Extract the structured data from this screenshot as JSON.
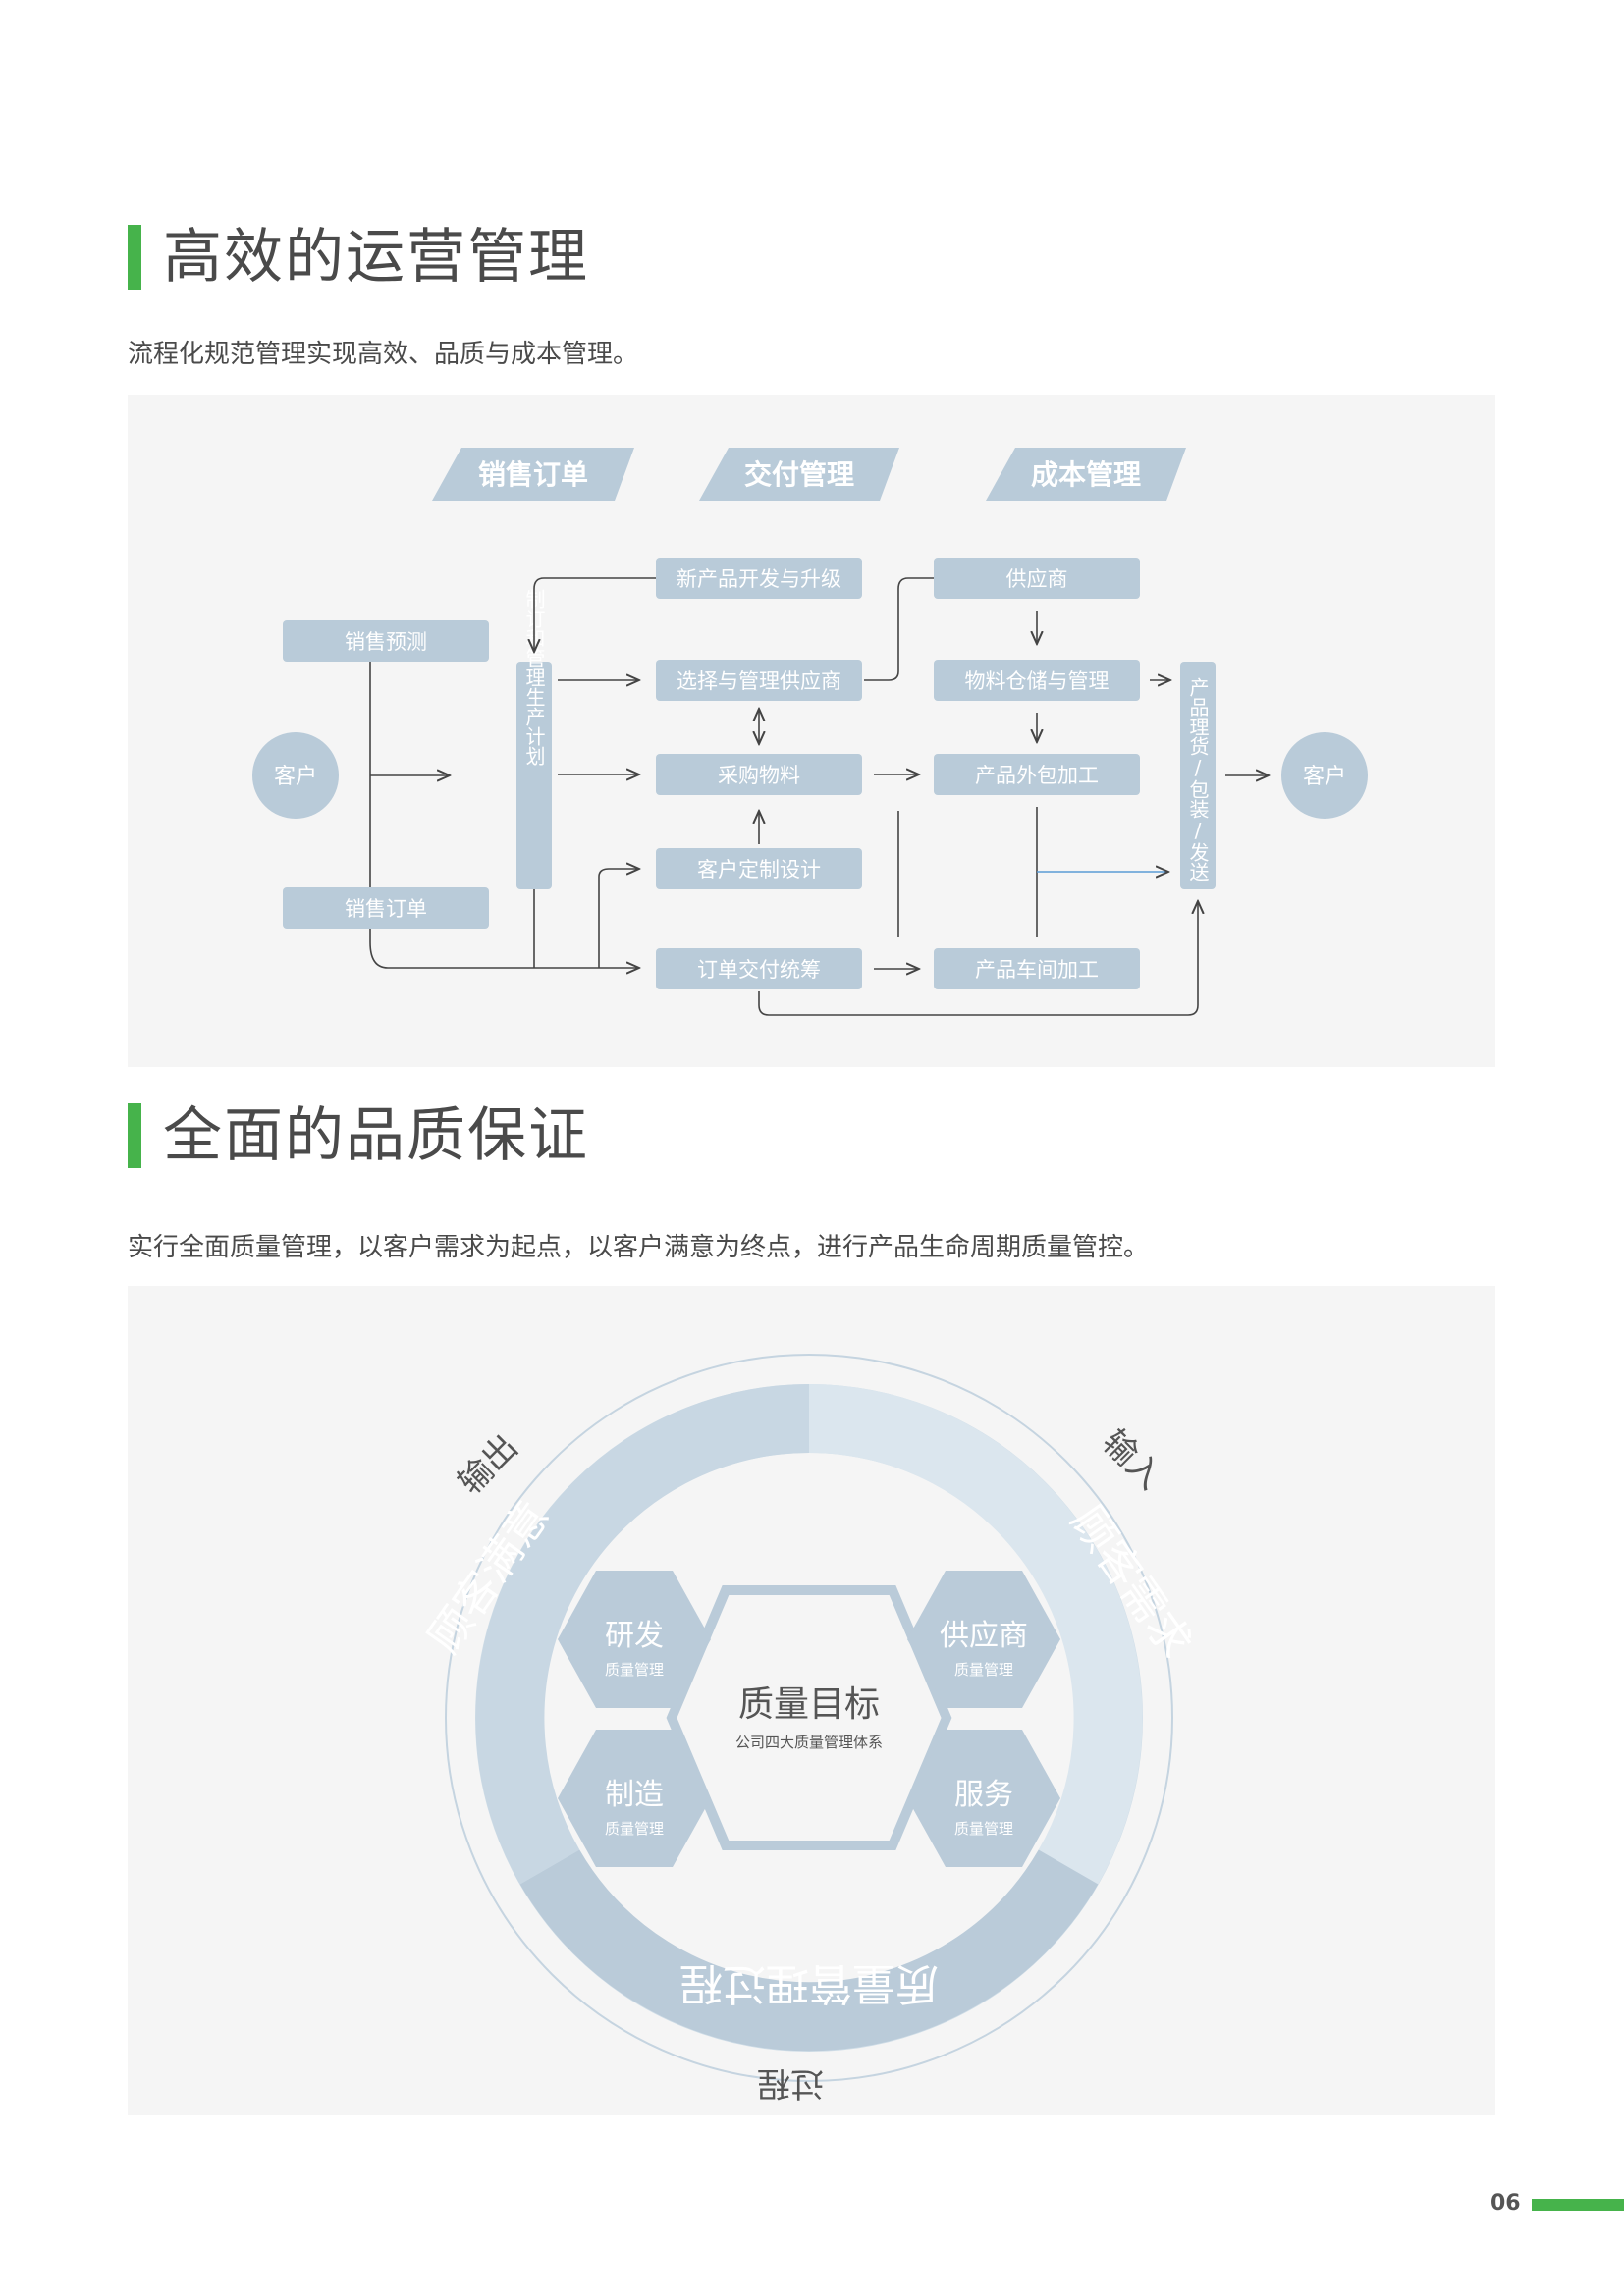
{
  "section1": {
    "title": "高效的运营管理",
    "desc": "流程化规范管理实现高效、品质与成本管理。"
  },
  "flow": {
    "header_sales": "销售订单",
    "header_delivery": "交付管理",
    "header_cost": "成本管理",
    "customer_left": "客户",
    "customer_right": "客户",
    "sales_forecast": "销售预测",
    "sales_order": "销售订单",
    "plan_vertical": "制订和管理生产计划",
    "new_product": "新产品开发与升级",
    "select_supplier": "选择与管理供应商",
    "purchase": "采购物料",
    "custom_design": "客户定制设计",
    "order_delivery": "订单交付统筹",
    "supplier": "供应商",
    "warehouse": "物料仓储与管理",
    "outsourcing": "产品外包加工",
    "workshop": "产品车间加工",
    "ship_vertical": "产品理货/包装/发送"
  },
  "section2": {
    "title": "全面的品质保证",
    "desc": "实行全面质量管理，以客户需求为起点，以客户满意为终点，进行产品生命周期质量管控。"
  },
  "quality": {
    "label_input": "输入",
    "label_output": "输出",
    "label_process": "过程",
    "ring_demand": "顾客需求",
    "ring_satisfaction": "顾客满意",
    "ring_process": "质量管理过程",
    "center_title": "质量目标",
    "center_sub": "公司四大质量管理体系",
    "hex_rd": "研发",
    "hex_supplier": "供应商",
    "hex_manufacture": "制造",
    "hex_service": "服务",
    "hex_sub": "质量管理"
  },
  "page_number": "06",
  "colors": {
    "accent_green": "#46b34b",
    "box_blue": "#b9cbd9",
    "panel_gray": "#f5f5f5"
  }
}
